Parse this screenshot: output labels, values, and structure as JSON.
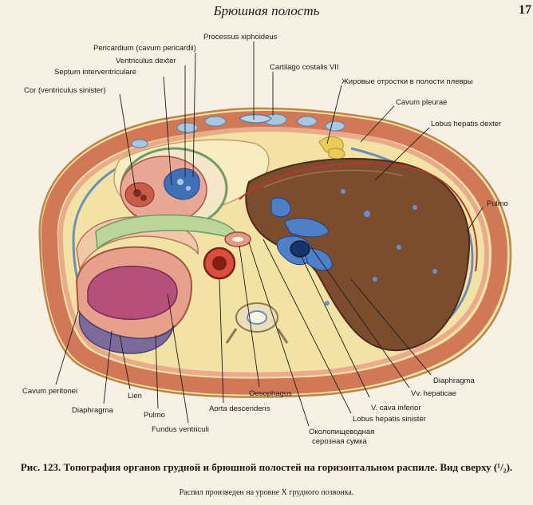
{
  "header": {
    "title": "Брюшная полость",
    "page_number": "17"
  },
  "labels": {
    "processus_xiphoideus": "Processus xiphoideus",
    "pericardium": "Pericardium (cavum pericardii)",
    "ventriculus_dexter": "Ventriculus dexter",
    "septum": "Septum interventriculare",
    "cor": "Cor (ventriculus sinister)",
    "cartilago": "Cartilago costalis VII",
    "fat_line1": "Жировые отростки в полости плевры",
    "cavum_pleurae": "Cavum pleurae",
    "lobus_dexter": "Lobus hepatis dexter",
    "pulmo_right": "Pulmo",
    "diaphragma_right": "Diaphragma",
    "vv_hepaticae": "Vv. hepaticae",
    "v_cava": "V.  cava  inferior",
    "lobus_sinister": "Lobus hepatis sinister",
    "bursa_line1": "Околопищеводная",
    "bursa_line2": "серозная сумка",
    "oesophagus": "Oesophagus",
    "aorta": "Aorta descendens",
    "fundus": "Fundus ventriculi",
    "pulmo_left": "Pulmo",
    "diaphragma_left": "Diaphragma",
    "lien": "Lien",
    "cavum_peritonei": "Cavum peritonei"
  },
  "caption": {
    "line1": "Рис. 123. Топография органов грудной и брюшной полостей на горизонтальном распиле. Вид сверху (¹/₂).",
    "note": "Распил произведен на уровне X грудного позвонка."
  }
}
